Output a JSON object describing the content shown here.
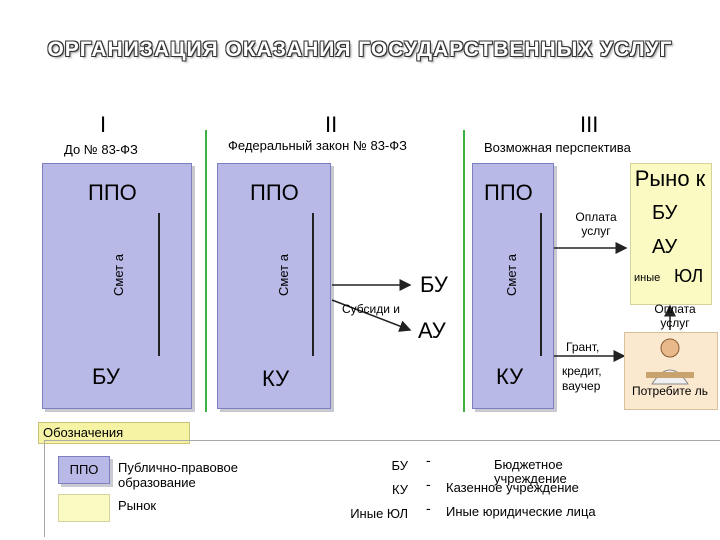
{
  "title": "ОРГАНИЗАЦИЯ ОКАЗАНИЯ ГОСУДАРСТВЕННЫХ УСЛУГ",
  "columns": [
    {
      "roman": "I",
      "label": "До № 83-ФЗ"
    },
    {
      "roman": "II",
      "label": "Федеральный закон № 83-ФЗ"
    },
    {
      "roman": "III",
      "label": "Возможная перспектива"
    }
  ],
  "panel1": {
    "ppo": "ППО",
    "smeta": "Смет а",
    "bottom": "БУ"
  },
  "panel2": {
    "ppo": "ППО",
    "smeta": "Смет а",
    "bottom": "КУ"
  },
  "subsidy": "Субсиди и",
  "middle": {
    "bu": "БУ",
    "au": "АУ"
  },
  "panel3": {
    "ppo": "ППО",
    "smeta": "Смет а",
    "bottom": "КУ"
  },
  "payment": "Оплата услуг",
  "market": {
    "title": "Рыно к",
    "bu": "БУ",
    "au": "АУ",
    "others_small": "иные",
    "others_big": "ЮЛ"
  },
  "consumer_payment": "Оплата услуг",
  "grant": "Грант,",
  "credit": "кредит, ваучер",
  "consumer": "Потребите ль",
  "legend": {
    "header": "Обозначения",
    "ppo_box": "ППО",
    "ppo_desc": "Публично-правовое образование",
    "market_desc": "Рынок",
    "abbr": [
      {
        "abbr": "БУ",
        "dash": "-",
        "desc": "Бюджетное учреждение"
      },
      {
        "abbr": "КУ",
        "dash": "-",
        "desc": "Казенное учреждение"
      },
      {
        "abbr": "Иные ЮЛ",
        "dash": "-",
        "desc": "Иные юридические лица"
      }
    ]
  }
}
